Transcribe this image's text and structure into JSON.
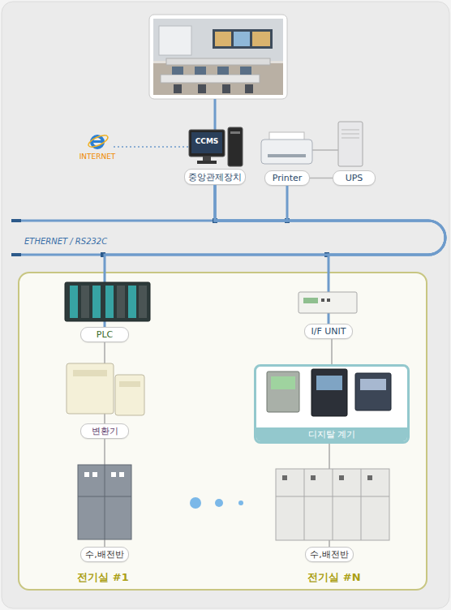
{
  "diagram": {
    "nodes": [
      {
        "text": [
          "중앙관제장치"
        ]
      },
      {
        "text": [
          "Printer"
        ]
      },
      {
        "text": [
          "UPS"
        ]
      },
      {
        "text": [
          "전기실 #1",
          "전기실 #N"
        ]
      },
      {
        "text": [
          "PLC"
        ],
        "in": 3
      },
      {
        "text": [
          "I/F UNIT"
        ],
        "in": 3
      },
      {
        "text": [
          "변환기"
        ],
        "in": 3
      },
      {
        "text": [
          "디지탈 계기"
        ],
        "in": 3
      },
      {
        "text": [
          "수,배전반"
        ],
        "in": 3
      },
      {
        "text": [
          "수,배전반"
        ],
        "in": 3
      }
    ],
    "edges": [
      {
        "from": 0,
        "to": 1,
        "arrow": "none"
      },
      {
        "from": 0,
        "to": 4,
        "arrow": "none"
      },
      {
        "from": 0,
        "to": 5,
        "arrow": "none"
      },
      {
        "from": 1,
        "to": 2,
        "arrow": "none"
      },
      {
        "from": 4,
        "to": 6,
        "arrow": "none"
      },
      {
        "from": 6,
        "to": 8,
        "arrow": "none"
      },
      {
        "from": 5,
        "to": 7,
        "arrow": "none"
      },
      {
        "from": 7,
        "to": 9,
        "arrow": "none"
      }
    ],
    "labels": [
      "CCMS",
      "INTERNET",
      "ETHERNET / RS232C"
    ]
  }
}
